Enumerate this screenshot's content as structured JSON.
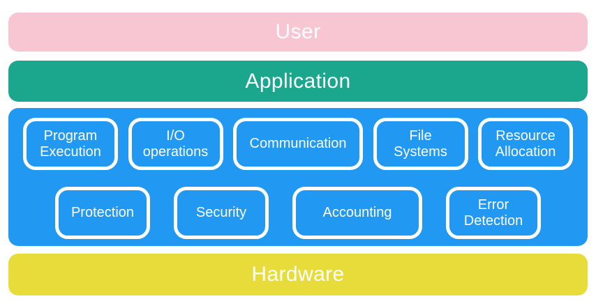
{
  "layers": {
    "user": {
      "label": "User",
      "color": "#F8C6D3"
    },
    "application": {
      "label": "Application",
      "color": "#1BA78D"
    },
    "os_services": {
      "color": "#2199F2",
      "border_color": "#FFFFFF",
      "rows": [
        {
          "boxes": [
            "Program Execution",
            "I/O operations",
            "Communication",
            "File Systems",
            "Resource Allocation"
          ]
        },
        {
          "boxes": [
            "Protection",
            "Security",
            "Accounting",
            "Error Detection"
          ]
        }
      ]
    },
    "hardware": {
      "label": "Hardware",
      "color": "#E8DC3B"
    },
    "text_color": "#FFFFFF"
  }
}
